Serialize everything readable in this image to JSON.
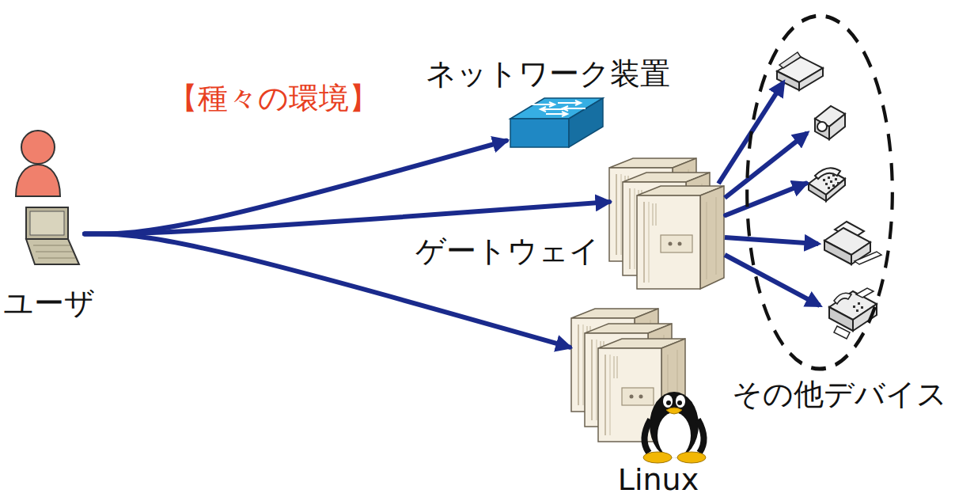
{
  "diagram": {
    "nodes": [
      {
        "text": [
          "ユーザ"
        ]
      },
      {
        "text": [
          "ネットワーク装置"
        ]
      },
      {
        "text": [
          "ゲートウェイ"
        ]
      },
      {
        "text": [
          "Linux"
        ]
      },
      {
        "text": [
          "その他デバイス"
        ]
      }
    ],
    "edges": [
      {
        "from": 0,
        "to": 1,
        "arrow": "to"
      },
      {
        "from": 0,
        "to": 2,
        "arrow": "to"
      },
      {
        "from": 0,
        "to": 3,
        "arrow": "to"
      },
      {
        "from": 2,
        "to": 4,
        "arrow": "to"
      }
    ],
    "labels": [
      "【種々の環境】"
    ]
  }
}
